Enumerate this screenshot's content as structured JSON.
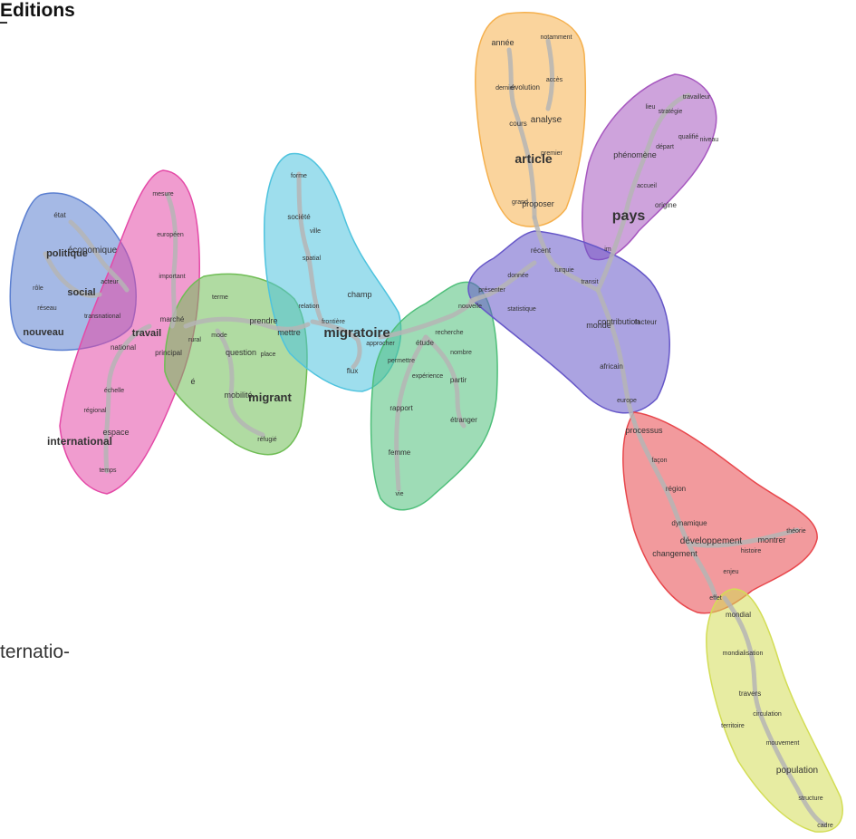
{
  "header": {
    "title": "Editions"
  },
  "side_text": "ternatio-",
  "colors": {
    "blue": "#5b7fd0",
    "pink": "#e44aa7",
    "green": "#6fbd55",
    "cyan": "#4ec3de",
    "sea": "#4fbf7a",
    "orange": "#f5b04d",
    "purple": "#a657bf",
    "indigo": "#6657c8",
    "red": "#e8474c",
    "yellow": "#d3dd55",
    "branch": "#b5b5b5"
  },
  "clusters": [
    {
      "id": "blue",
      "words": [
        "état",
        "politique",
        "économique",
        "social",
        "rôle",
        "acteur",
        "réseau",
        "transnational",
        "nouveau"
      ]
    },
    {
      "id": "pink",
      "words": [
        "mesure",
        "européen",
        "important",
        "marché",
        "travail",
        "national",
        "principal",
        "rural",
        "échelle",
        "régional",
        "espace",
        "international",
        "temps"
      ]
    },
    {
      "id": "green",
      "words": [
        "terme",
        "mode",
        "prendre",
        "mettre",
        "question",
        "place",
        "é",
        "mobilité",
        "migrant",
        "réfugié"
      ]
    },
    {
      "id": "cyan",
      "words": [
        "forme",
        "société",
        "ville",
        "spatial",
        "champ",
        "relation",
        "frontière",
        "migratoire",
        "approcher",
        "flux"
      ]
    },
    {
      "id": "sea",
      "words": [
        "nouvelle",
        "recherche",
        "étude",
        "permettre",
        "nombre",
        "expérience",
        "partir",
        "rapport",
        "étranger",
        "femme",
        "vie"
      ]
    },
    {
      "id": "orange",
      "words": [
        "année",
        "notamment",
        "accès",
        "dernier",
        "évolution",
        "cours",
        "analyse",
        "article",
        "premier",
        "grand",
        "proposer"
      ]
    },
    {
      "id": "purple",
      "words": [
        "travailleur",
        "lieu",
        "stratégie",
        "qualifié",
        "niveau",
        "départ",
        "phénomène",
        "accueil",
        "origine",
        "pays",
        "im"
      ]
    },
    {
      "id": "indigo",
      "words": [
        "récent",
        "donnée",
        "turquie",
        "présenter",
        "transit",
        "statistique",
        "monde",
        "contribution",
        "facteur",
        "africain",
        "europe"
      ]
    },
    {
      "id": "red",
      "words": [
        "processus",
        "façon",
        "région",
        "dynamique",
        "théorie",
        "développement",
        "montrer",
        "changement",
        "histoire",
        "enjeu",
        "effet"
      ]
    },
    {
      "id": "yellow",
      "words": [
        "mondial",
        "mondialisation",
        "travers",
        "circulation",
        "territoire",
        "mouvement",
        "population",
        "structure",
        "cadre"
      ]
    }
  ]
}
